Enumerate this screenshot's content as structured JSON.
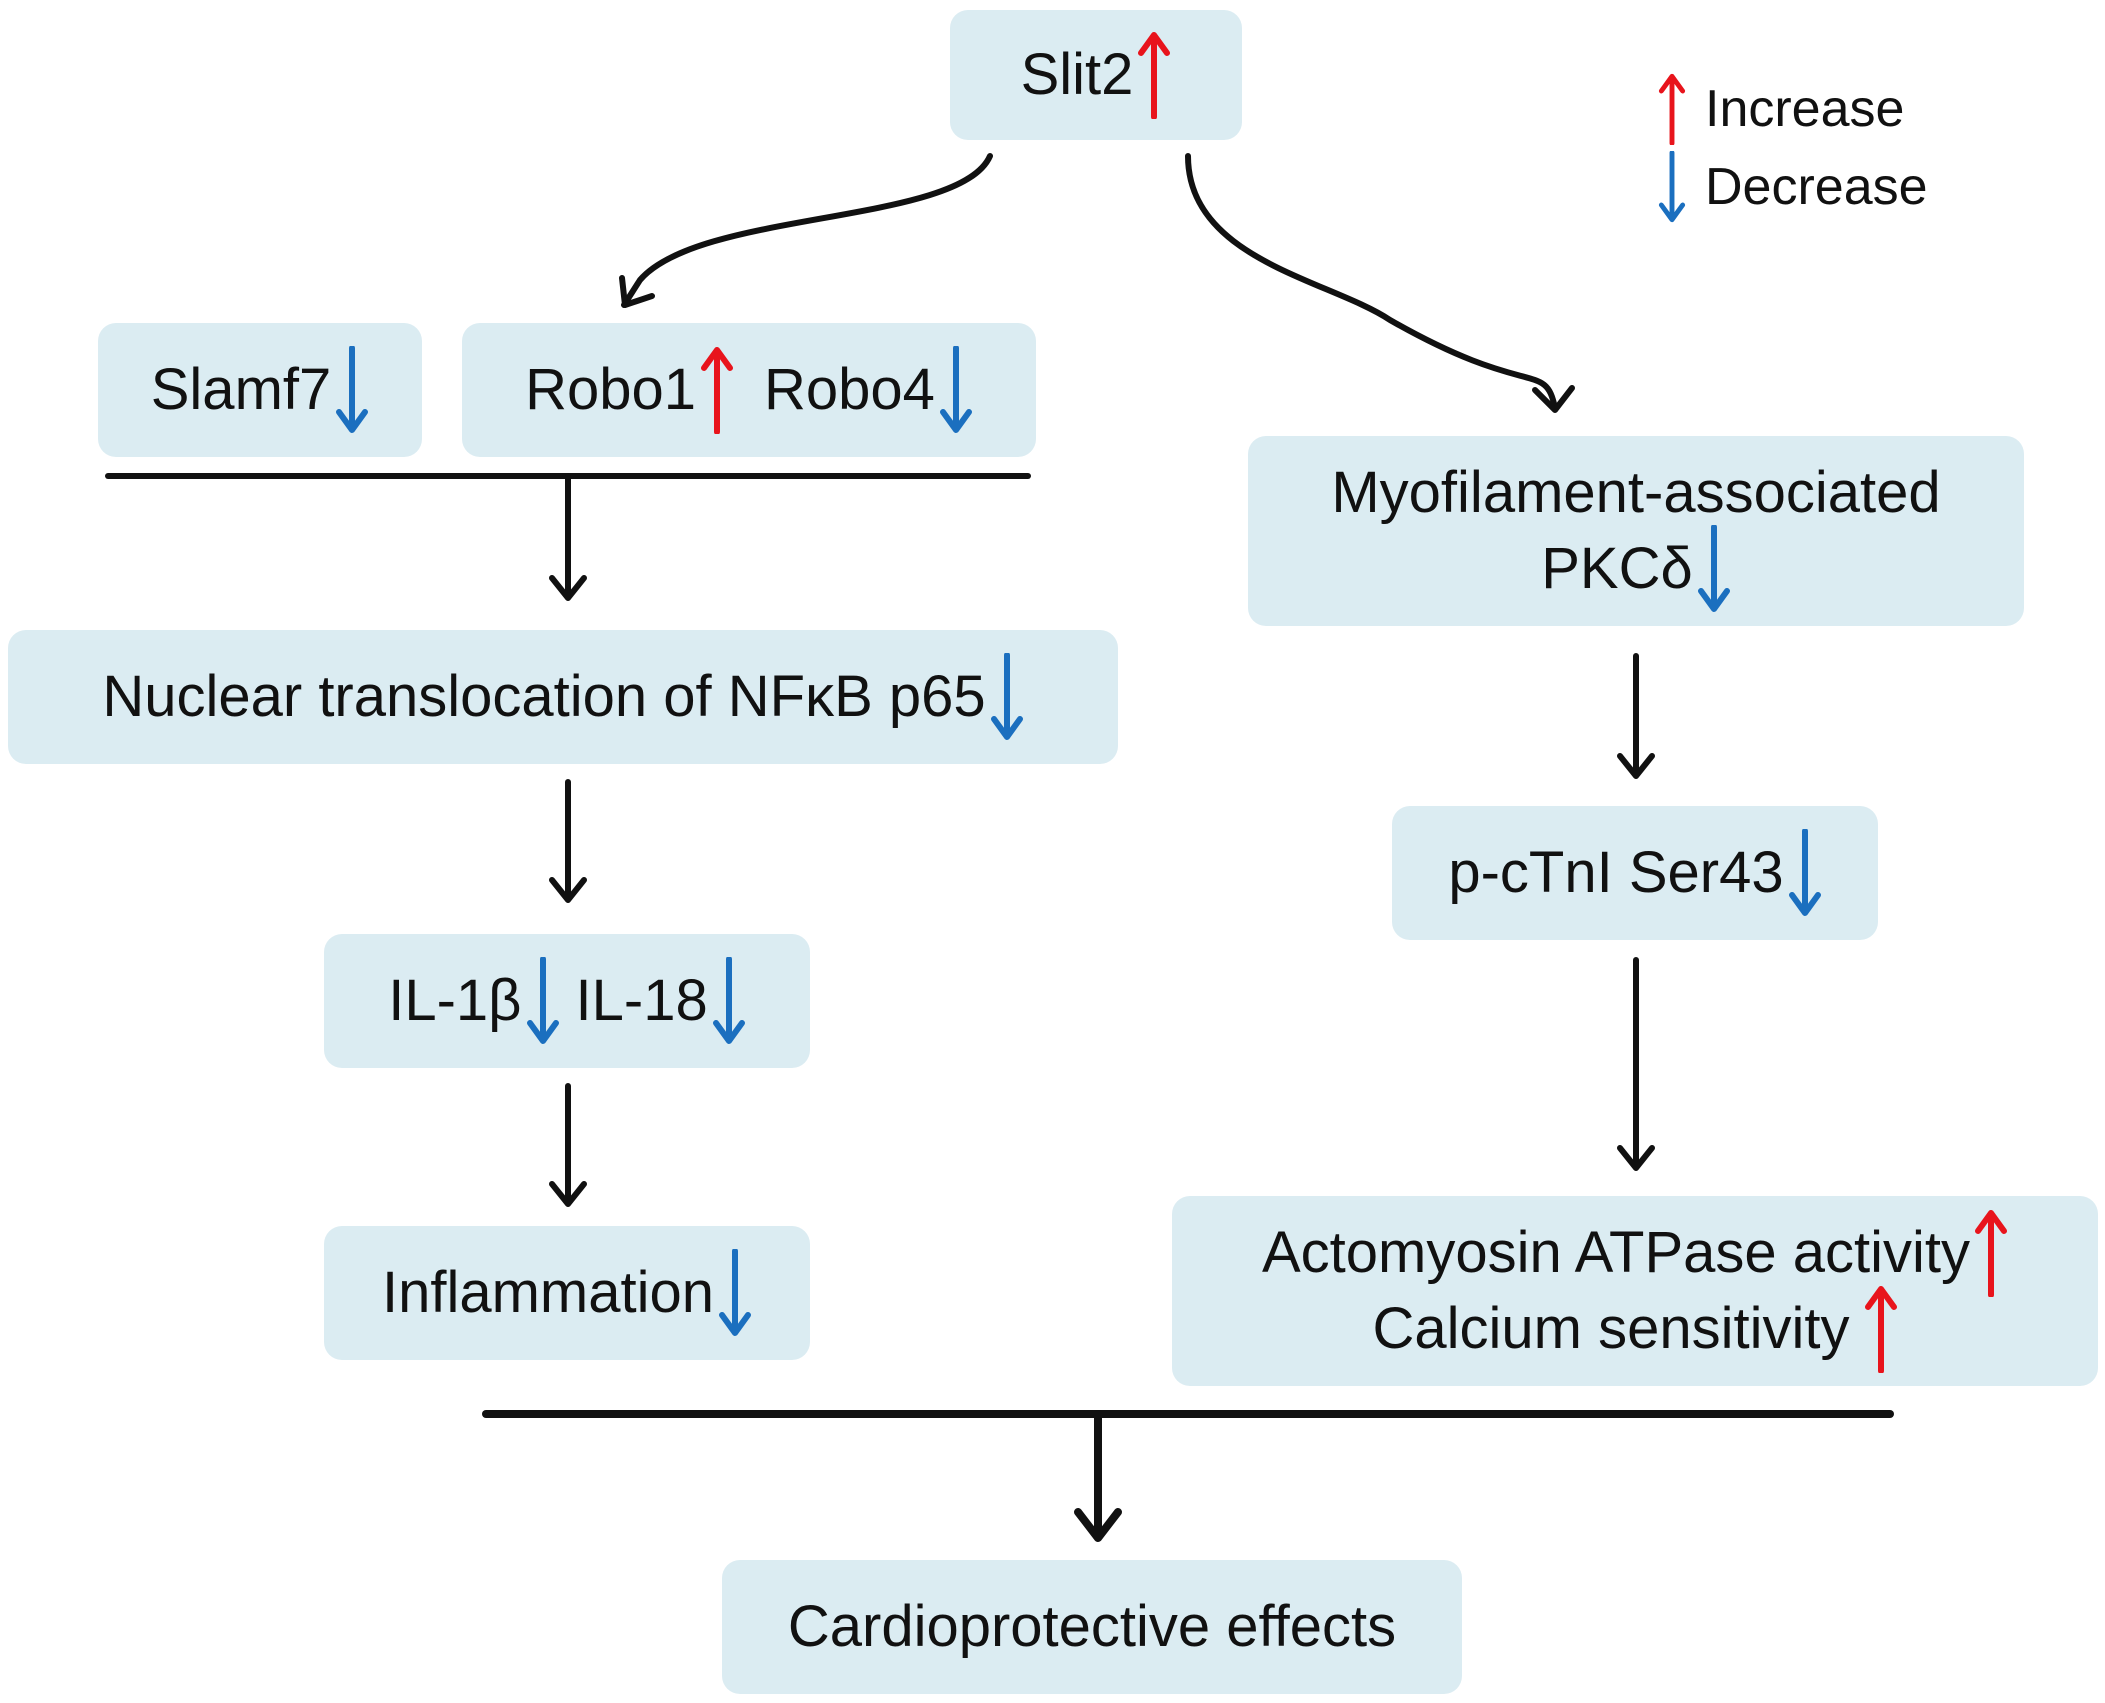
{
  "colors": {
    "box_fill": "#dbecf2",
    "increase": "#e8141c",
    "decrease": "#1b6fbf",
    "connector": "#111111"
  },
  "nodes": {
    "slit2": {
      "label": "Slit2",
      "trend": "up"
    },
    "slamf7": {
      "label": "Slamf7",
      "trend": "down"
    },
    "robo1": {
      "label": "Robo1",
      "trend": "up"
    },
    "robo4": {
      "label": "Robo4",
      "trend": "down"
    },
    "nfkb": {
      "label": "Nuclear translocation of NFκB p65",
      "trend": "down"
    },
    "il1b": {
      "label": "IL-1β",
      "trend": "down"
    },
    "il18": {
      "label": "IL-18",
      "trend": "down"
    },
    "inflammation": {
      "label": "Inflammation",
      "trend": "down"
    },
    "pkcd": {
      "line1": "Myofilament-associated",
      "line2": "PKCδ",
      "trend": "down"
    },
    "ctni": {
      "label": "p-cTnI Ser43",
      "trend": "down"
    },
    "atpase": {
      "line1": "Actomyosin ATPase activity",
      "line1_trend": "up",
      "line2": "Calcium sensitivity",
      "line2_trend": "up"
    },
    "cardio": {
      "label": "Cardioprotective effects"
    }
  },
  "legend": {
    "increase": {
      "label": "Increase",
      "icon": "red-up-arrow-icon"
    },
    "decrease": {
      "label": "Decrease",
      "icon": "blue-down-arrow-icon"
    }
  }
}
